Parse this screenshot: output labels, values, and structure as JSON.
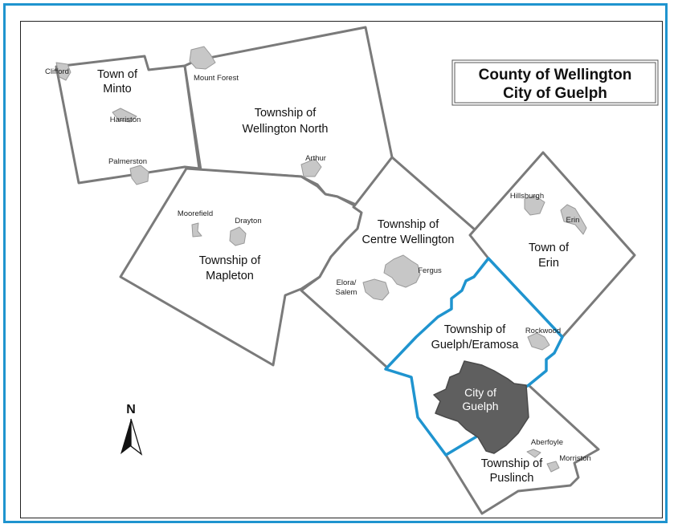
{
  "title": {
    "line1": "County of  Wellington",
    "line2": "City of Guelph"
  },
  "colors": {
    "frame": "#1f94cf",
    "boundary": "#7a7a7a",
    "guelph_eramosa": "#1f94cf",
    "city_of_guelph": "#5f5f5f",
    "settlement": "#c7c7c7"
  },
  "north": {
    "label": "N",
    "icon": "north-arrow-icon"
  },
  "municipalities": {
    "minto": {
      "line1": "Town of",
      "line2": "Minto"
    },
    "wellington_north": {
      "line1": "Township of",
      "line2": "Wellington North"
    },
    "mapleton": {
      "line1": "Township of",
      "line2": "Mapleton"
    },
    "centre_wellington": {
      "line1": "Township of",
      "line2": "Centre Wellington"
    },
    "erin": {
      "line1": "Town of",
      "line2": "Erin"
    },
    "guelph_eramosa": {
      "line1": "Township of",
      "line2": "Guelph/Eramosa"
    },
    "guelph": {
      "line1": "City of",
      "line2": "Guelph"
    },
    "puslinch": {
      "line1": "Township of",
      "line2": "Puslinch"
    }
  },
  "settlements": {
    "clifford": "Clifford",
    "mount_forest": "Mount Forest",
    "harriston": "Harriston",
    "palmerston": "Palmerston",
    "arthur": "Arthur",
    "moorefield": "Moorefield",
    "drayton": "Drayton",
    "hillsburgh": "Hillsburgh",
    "erin": "Erin",
    "fergus": "Fergus",
    "elora_1": "Elora/",
    "elora_2": "Salem",
    "rockwood": "Rockwood",
    "aberfoyle": "Aberfoyle",
    "morriston": "Morriston"
  }
}
